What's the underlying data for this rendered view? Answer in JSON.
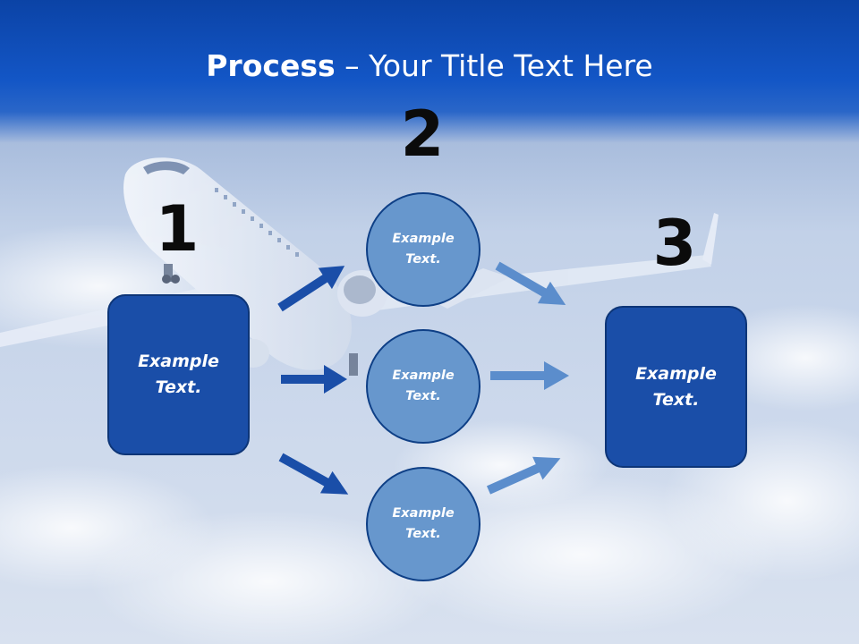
{
  "slide": {
    "title_bold": "Process",
    "title_rest": " – Your Title Text Here",
    "step_numbers": [
      "1",
      "2",
      "3"
    ],
    "left_box": {
      "text": "Example\nText."
    },
    "circles": [
      {
        "text": "Example\nText."
      },
      {
        "text": "Example\nText."
      },
      {
        "text": "Example\nText."
      }
    ],
    "right_box": {
      "text": "Example\nText."
    }
  },
  "colors": {
    "header_blue": "#1356c6",
    "box_fill": "#1a4ea8",
    "circle_fill": "#6797cd",
    "arrow_dark": "#1a4ea8",
    "arrow_light": "#5b8dcc"
  }
}
